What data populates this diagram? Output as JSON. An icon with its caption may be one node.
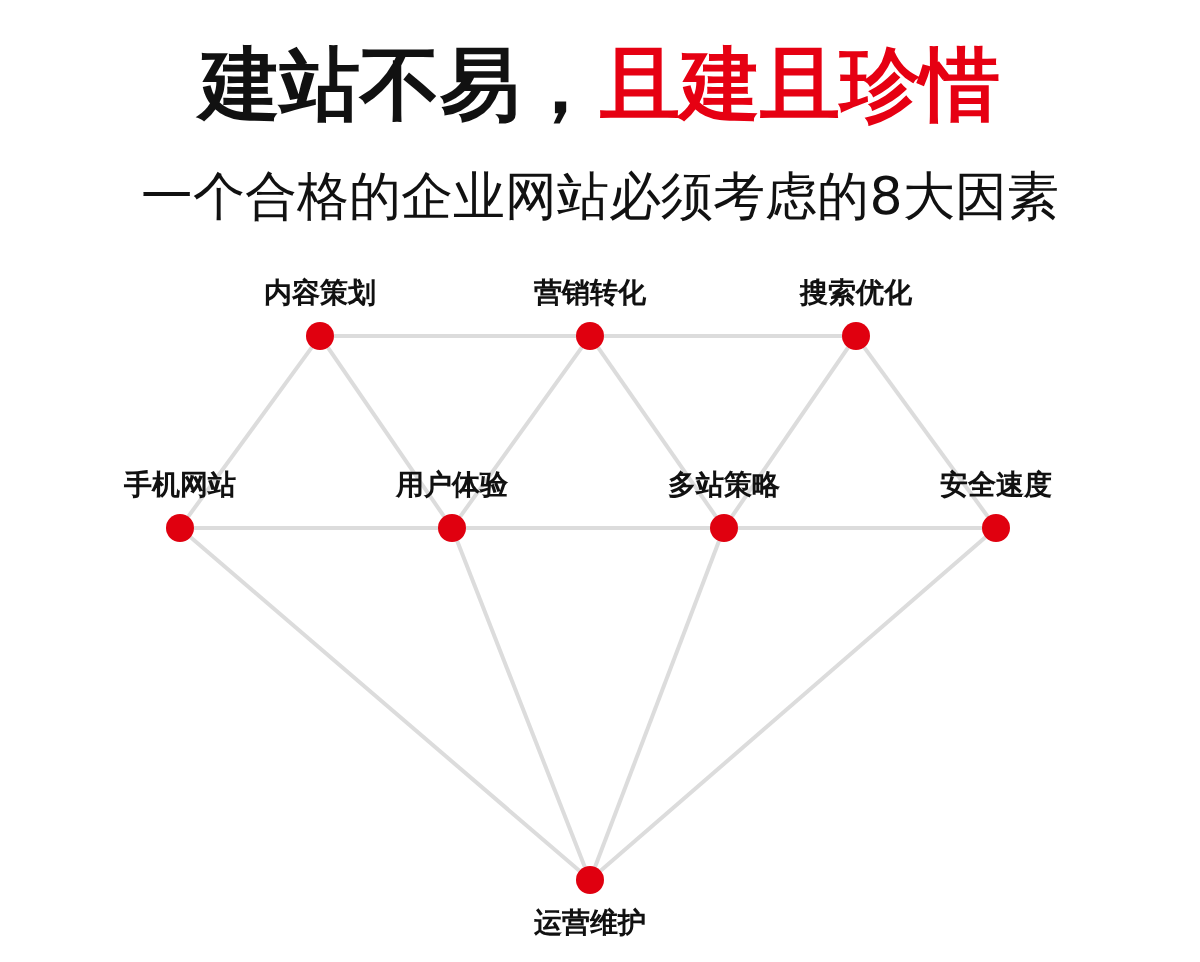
{
  "diagram": {
    "title": "建站不易，且建且珍惜",
    "nodes": [
      {
        "text": [],
        "shape": "circle",
        "beside": [
          "内容策划"
        ]
      },
      {
        "text": [],
        "shape": "circle",
        "beside": [
          "营销转化"
        ]
      },
      {
        "text": [],
        "shape": "circle",
        "beside": [
          "搜索优化"
        ]
      },
      {
        "text": [],
        "shape": "circle",
        "beside": [
          "手机网站"
        ]
      },
      {
        "text": [],
        "shape": "circle",
        "beside": [
          "用户体验"
        ]
      },
      {
        "text": [],
        "shape": "circle",
        "beside": [
          "多站策略"
        ]
      },
      {
        "text": [],
        "shape": "circle",
        "beside": [
          "安全速度"
        ]
      },
      {
        "text": [],
        "shape": "circle",
        "beside": [
          "运营维护"
        ]
      }
    ],
    "edges": [
      {
        "from": 0,
        "to": 1,
        "arrow": "none"
      },
      {
        "from": 1,
        "to": 2,
        "arrow": "none"
      },
      {
        "from": 0,
        "to": 3,
        "arrow": "none"
      },
      {
        "from": 0,
        "to": 4,
        "arrow": "none"
      },
      {
        "from": 1,
        "to": 4,
        "arrow": "none"
      },
      {
        "from": 1,
        "to": 5,
        "arrow": "none"
      },
      {
        "from": 2,
        "to": 5,
        "arrow": "none"
      },
      {
        "from": 2,
        "to": 6,
        "arrow": "none"
      },
      {
        "from": 3,
        "to": 4,
        "arrow": "none"
      },
      {
        "from": 4,
        "to": 5,
        "arrow": "none"
      },
      {
        "from": 5,
        "to": 6,
        "arrow": "none"
      },
      {
        "from": 3,
        "to": 7,
        "arrow": "none"
      },
      {
        "from": 4,
        "to": 7,
        "arrow": "none"
      },
      {
        "from": 5,
        "to": 7,
        "arrow": "none"
      },
      {
        "from": 6,
        "to": 7,
        "arrow": "none"
      }
    ],
    "labels": [
      "一个合格的企业网站必须考虑的8大因素"
    ]
  }
}
